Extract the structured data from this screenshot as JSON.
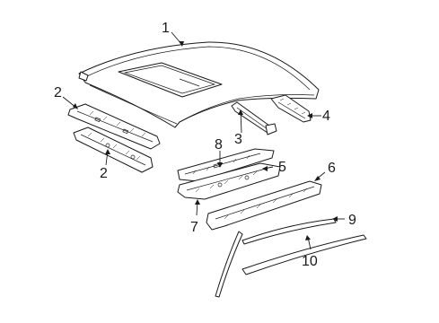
{
  "diagram": {
    "callouts": {
      "c1": "1",
      "c2a": "2",
      "c2b": "2",
      "c3": "3",
      "c4": "4",
      "c5": "5",
      "c6": "6",
      "c7": "7",
      "c8": "8",
      "c9": "9",
      "c10": "10"
    }
  }
}
